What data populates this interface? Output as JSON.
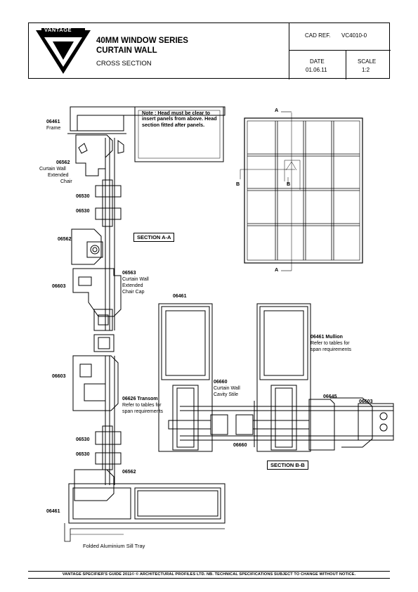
{
  "header": {
    "line1": "40MM WINDOW SERIES",
    "line2": "CURTAIN WALL",
    "line3": "CROSS SECTION",
    "cad_ref_label": "CAD REF.",
    "cad_ref_value": "VC4010-0",
    "date_label": "DATE",
    "date_value": "01.06.11",
    "scale_label": "SCALE",
    "scale_value": "1:2",
    "logo_text": "VANTAGE"
  },
  "notes": {
    "head_note": "Note : Head must be clear to insert panels from above. Head section fitted after panels."
  },
  "section_labels": {
    "section_aa": "SECTION A-A",
    "section_bb": "SECTION B-B"
  },
  "elevation": {
    "marker_a_top": "A",
    "marker_a_bottom": "A",
    "marker_b_left": "B",
    "marker_b_right": "B"
  },
  "labels": {
    "l_06461_frame_code": "06461",
    "l_06461_frame_name": "Frame",
    "l_06562_chair_code": "06562",
    "l_06562_chair_name1": "Curtain Wall",
    "l_06562_chair_name2": "Extended",
    "l_06562_chair_name3": "Chair",
    "l_06530_a": "06530",
    "l_06530_b": "06530",
    "l_06562_b": "06562",
    "l_06603_a": "06603",
    "l_06563_code": "06563",
    "l_06563_name1": "Curtain Wall",
    "l_06563_name2": "Extended",
    "l_06563_name3": "Chair Cap",
    "l_06461_mid": "06461",
    "l_06603_b": "06603",
    "l_06626_code": "06626 Transom",
    "l_06626_name1": "Refer to tables for",
    "l_06626_name2": "span requirements",
    "l_06530_c": "06530",
    "l_06530_d": "06530",
    "l_06562_c": "06562",
    "l_06461_bottom": "06461",
    "l_sill": "Folded Aluminium Sill Tray",
    "l_06461_mullion_code": "06461 Mullion",
    "l_06461_mullion_name1": "Refer to tables for",
    "l_06461_mullion_name2": "span requirements",
    "l_06660_code": "06660",
    "l_06660_name1": "Curtain Wall",
    "l_06660_name2": "Cavity Stile",
    "l_06645": "06645",
    "l_06603_c": "06603",
    "l_06660_b": "06660"
  },
  "footer": {
    "text": "VANTAGE SPECIFIER'S GUIDE 2011© © ARCHITECTURAL PROFILES LTD. NB. TECHNICAL SPECIFICATIONS SUBJECT TO CHANGE WITHOUT NOTICE."
  }
}
